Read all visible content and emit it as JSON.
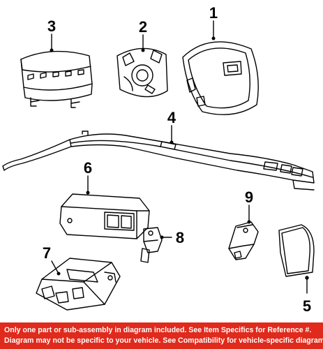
{
  "callouts": {
    "airbag_module_steering_wheel": "1",
    "clockspring": "2",
    "passenger_airbag": "3",
    "curtain_airbag": "4",
    "side_airbag": "5",
    "control_module": "6",
    "control_module_bracket": "7",
    "impact_sensor_front": "8",
    "impact_sensor_side": "9"
  },
  "footer": {
    "line1": "Only one part or sub-assembly in diagram included. See Item Specifics for Reference #.",
    "line2": "Diagram may not be specific to your vehicle. See Compatibility for vehicle-specific diagrams."
  },
  "colors": {
    "footer_bg": "#e02a1c",
    "footer_text": "#ffffff",
    "line_art": "#000000"
  }
}
